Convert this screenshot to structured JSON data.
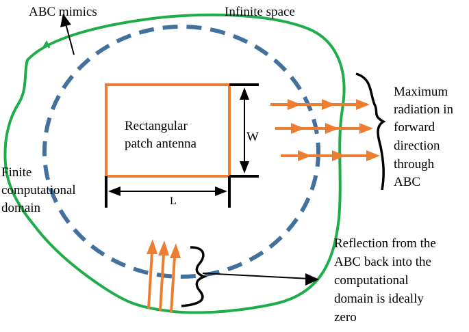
{
  "labels": {
    "abc_mimics": "ABC mimics",
    "infinite_space": "Infinite space",
    "patch_line1": "Rectangular",
    "patch_line2": "patch antenna",
    "width": "W",
    "length": "L",
    "finite_line1": "Finite",
    "finite_line2": "computational",
    "finite_line3": "domain",
    "max_line1": "Maximum",
    "max_line2": "radiation in",
    "max_line3": "forward",
    "max_line4": "direction",
    "max_line5": "through",
    "max_line6": "ABC",
    "refl_line1": "Reflection from the",
    "refl_line2": "ABC back into the",
    "refl_line3": "computational",
    "refl_line4": "domain is ideally",
    "refl_line5": "zero"
  },
  "colors": {
    "boundary_green": "#1fad4b",
    "dashed_blue": "#41719c",
    "patch_orange": "#ed7d31",
    "arrow_orange": "#ed7d31",
    "black": "#000000"
  }
}
